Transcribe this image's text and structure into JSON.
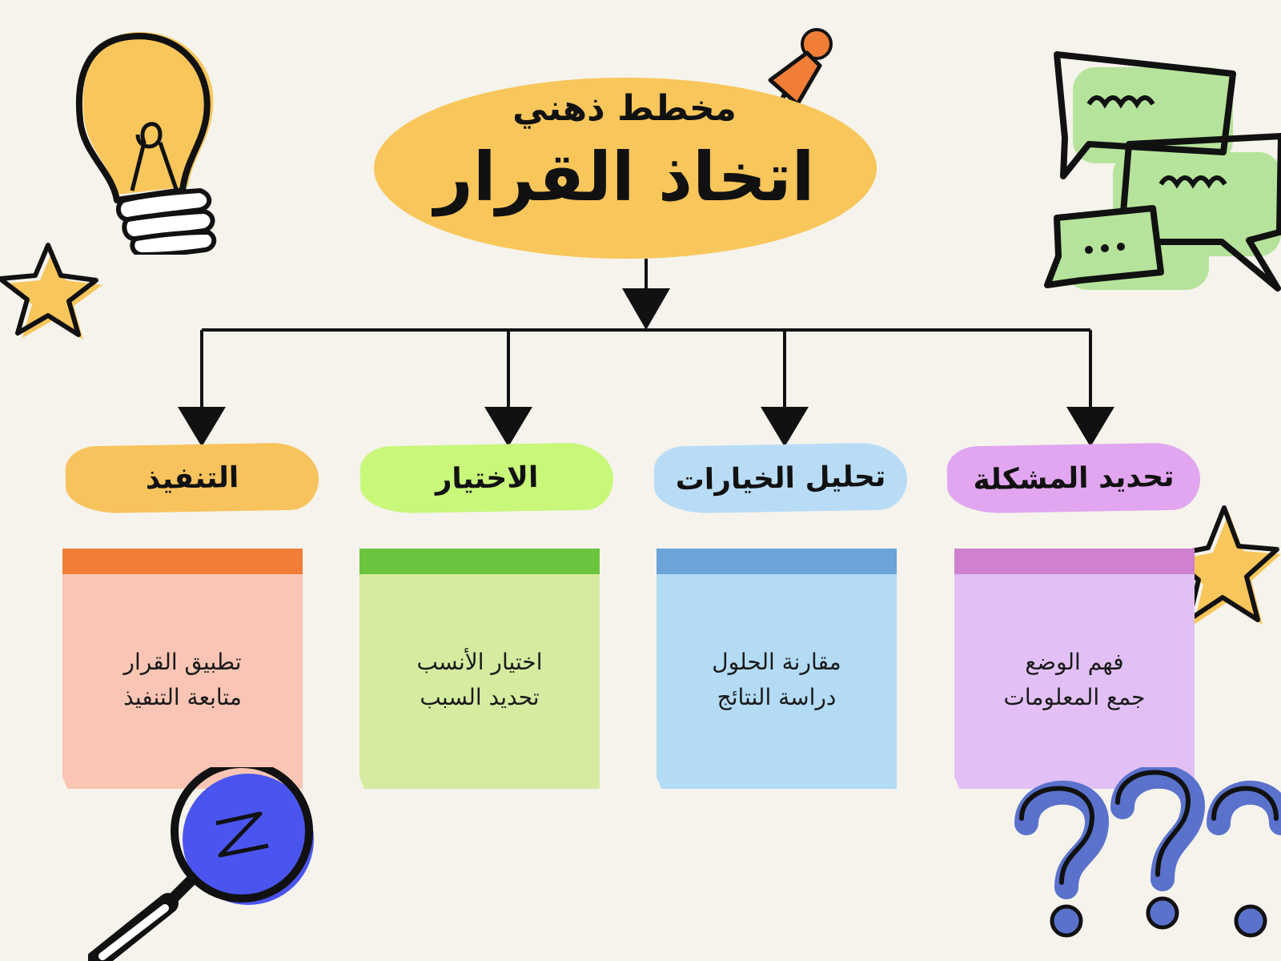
{
  "title": {
    "subtitle": "مخطط ذهني",
    "main": "اتخاذ القرار"
  },
  "branches": [
    {
      "label": "تحديد المشكلة",
      "lines": [
        "فهم الوضع",
        "جمع المعلومات"
      ],
      "label_color": "#e1a6ef",
      "note_color": "#e2c0f5",
      "strip_color": "#cf80cf"
    },
    {
      "label": "تحليل الخيارات",
      "lines": [
        "مقارنة الحلول",
        "دراسة النتائج"
      ],
      "label_color": "#b9dcf6",
      "note_color": "#b3dbf4",
      "strip_color": "#6ca3d8"
    },
    {
      "label": "الاختيار",
      "lines": [
        "اختيار الأنسب",
        "تحديد السبب"
      ],
      "label_color": "#c8f77a",
      "note_color": "#d5eba0",
      "strip_color": "#6cc43e"
    },
    {
      "label": "التنفيذ",
      "lines": [
        "تطبيق القرار",
        "متابعة التنفيذ"
      ],
      "label_color": "#f8c35c",
      "note_color": "#fac5b4",
      "strip_color": "#f07e36"
    }
  ],
  "colors": {
    "background": "#f5f3ec",
    "title_oval": "#f8c65a",
    "connector": "#111111"
  },
  "icons": [
    "lightbulb-icon",
    "star-icon",
    "pushpin-icon",
    "speech-bubbles-icon",
    "magnifying-glass-icon",
    "question-marks-icon"
  ]
}
